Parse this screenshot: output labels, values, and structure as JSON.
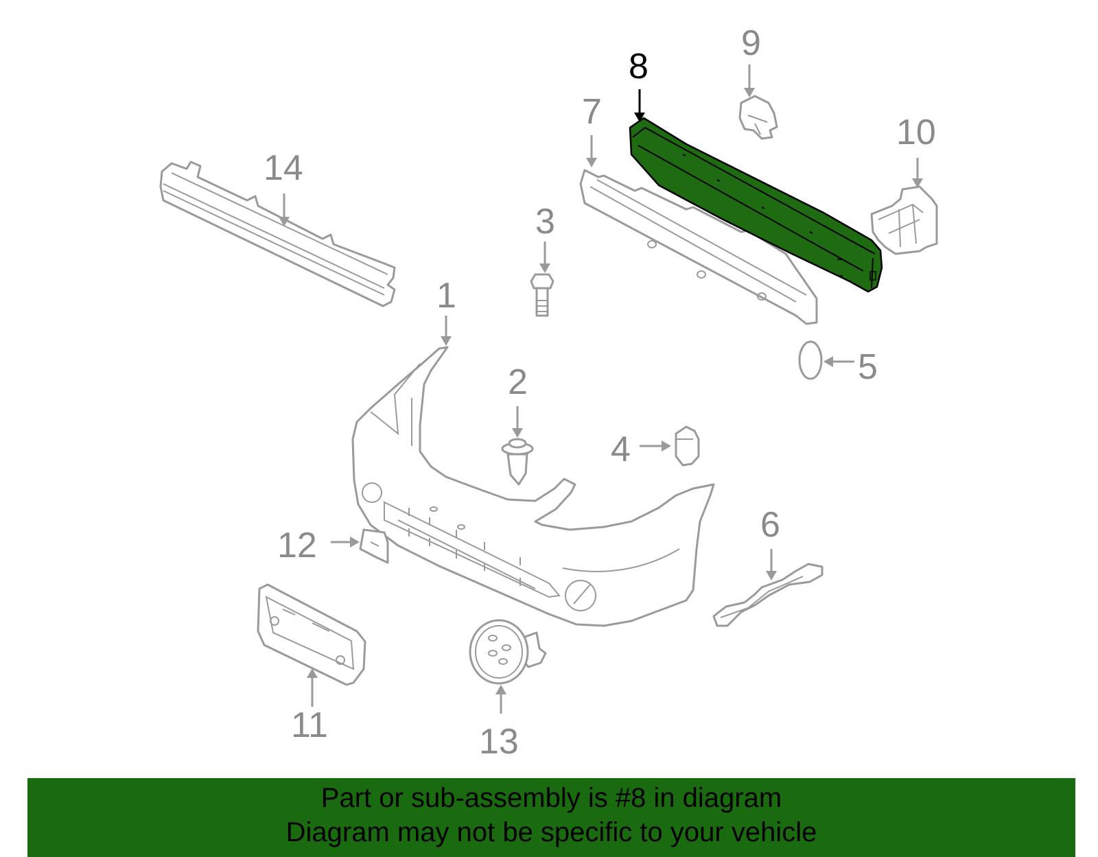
{
  "highlighted_part": "8",
  "callouts": [
    {
      "id": "1",
      "label": "1"
    },
    {
      "id": "2",
      "label": "2"
    },
    {
      "id": "3",
      "label": "3"
    },
    {
      "id": "4",
      "label": "4"
    },
    {
      "id": "5",
      "label": "5"
    },
    {
      "id": "6",
      "label": "6"
    },
    {
      "id": "7",
      "label": "7"
    },
    {
      "id": "8",
      "label": "8"
    },
    {
      "id": "9",
      "label": "9"
    },
    {
      "id": "10",
      "label": "10"
    },
    {
      "id": "11",
      "label": "11"
    },
    {
      "id": "12",
      "label": "12"
    },
    {
      "id": "13",
      "label": "13"
    },
    {
      "id": "14",
      "label": "14"
    }
  ],
  "footer": {
    "line1": "Part or sub-assembly is #8 in diagram",
    "line2": "Diagram may not be specific to your vehicle"
  },
  "colors": {
    "highlight": "#1f6b12",
    "footer_background": "#1a6b10",
    "part_outline": "#9a9a9a"
  }
}
